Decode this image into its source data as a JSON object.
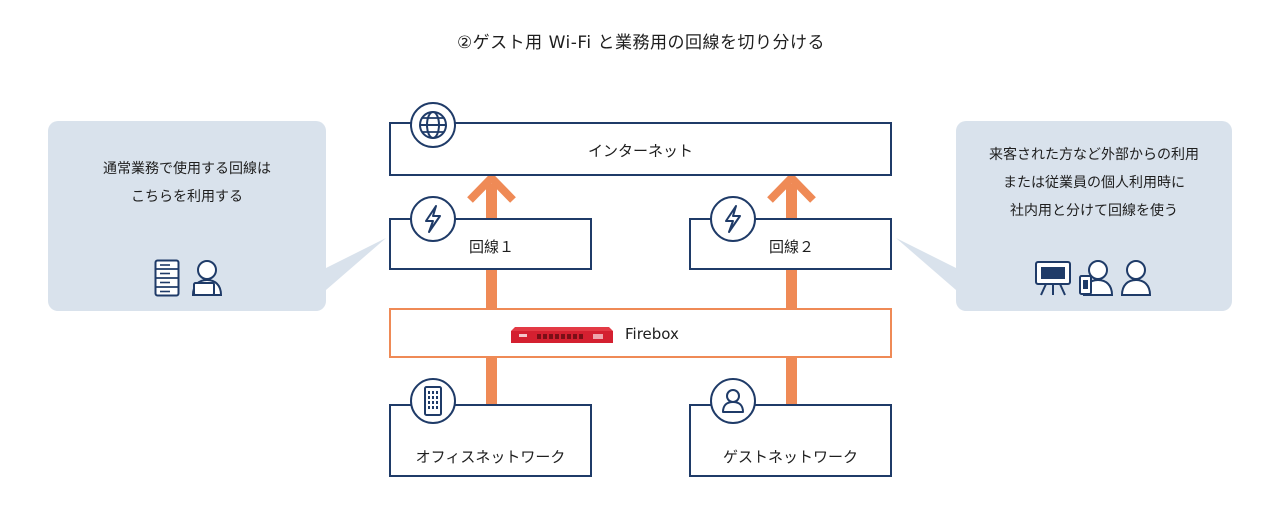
{
  "title": "②ゲスト用 Wi-Fi と業務用の回線を切り分ける",
  "left_callout": {
    "text": "通常業務で使用する回線は\nこちらを利用する",
    "icons": [
      "server-rack-icon",
      "user-with-laptop-icon"
    ]
  },
  "right_callout": {
    "text": "来客された方など外部からの利用\nまたは従業員の個人利用時に\n社内用と分けて回線を使う",
    "icons": [
      "kiosk-display-icon",
      "user-with-phone-icon",
      "user-icon"
    ]
  },
  "nodes": {
    "internet": {
      "label": "インターネット",
      "icon": "globe-icon"
    },
    "line1": {
      "label": "回線１",
      "icon": "lightning-icon"
    },
    "line2": {
      "label": "回線２",
      "icon": "lightning-icon"
    },
    "firebox": {
      "label": "Firebox",
      "icon": "firewall-appliance-icon"
    },
    "office": {
      "label": "オフィスネットワーク",
      "icon": "building-icon"
    },
    "guest": {
      "label": "ゲストネットワーク",
      "icon": "guest-user-icon"
    }
  },
  "colors": {
    "navy": "#1f3b68",
    "orange": "#ef8a56",
    "callout_bg": "#d9e2ec",
    "appliance_red": "#d42030"
  }
}
